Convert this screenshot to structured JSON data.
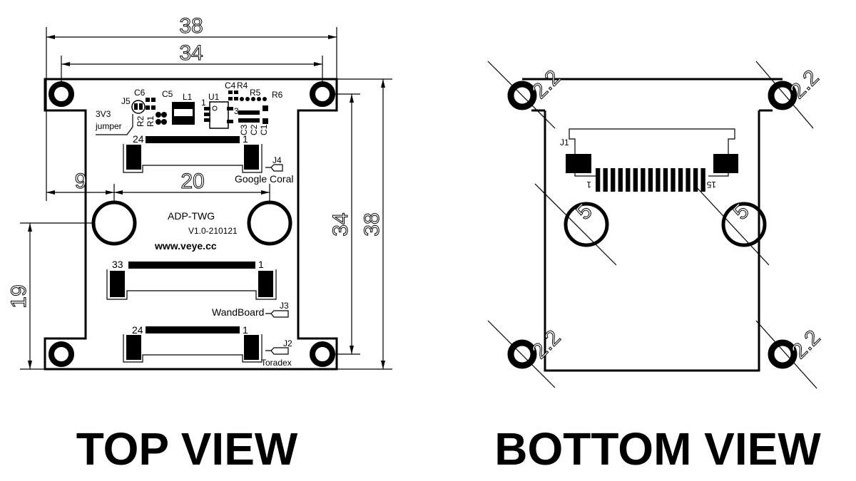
{
  "top_view": {
    "title": "TOP VIEW",
    "dimensions": {
      "width_outer": "38",
      "width_holes": "34",
      "height_holes": "34",
      "height_outer": "38",
      "hole_offset_x": "9",
      "hole_spacing": "20",
      "hole_offset_y": "19"
    },
    "board_name": "ADP-TWG",
    "version": "V1.0-210121",
    "website": "www.veye.cc",
    "jumper_label_1": "3V3",
    "jumper_label_2": "jumper",
    "components": {
      "j5": "J5",
      "c6": "C6",
      "c5": "C5",
      "l1": "L1",
      "u1": "U1",
      "c4": "C4",
      "r4": "R4",
      "r5": "R5",
      "r6": "R6",
      "r2": "R2",
      "r1": "R1",
      "c3": "C3",
      "c2": "C2",
      "c1": "C1",
      "u1_pin1": "1",
      "u1_pin3": "3"
    },
    "connectors": [
      {
        "pin_first": "24",
        "pin_last": "1",
        "tag": "J4",
        "label": "Google Coral"
      },
      {
        "pin_first": "33",
        "pin_last": "1",
        "tag": "J3",
        "label": "WandBoard"
      },
      {
        "pin_first": "24",
        "pin_last": "1",
        "tag": "J2",
        "label": "Toradex"
      }
    ]
  },
  "bottom_view": {
    "title": "BOTTOM VIEW",
    "connector": {
      "tag": "J1",
      "pin_first": "1",
      "pin_last": "15"
    },
    "corner_hole_dim": "2.2",
    "mount_hole_dim": "5"
  }
}
